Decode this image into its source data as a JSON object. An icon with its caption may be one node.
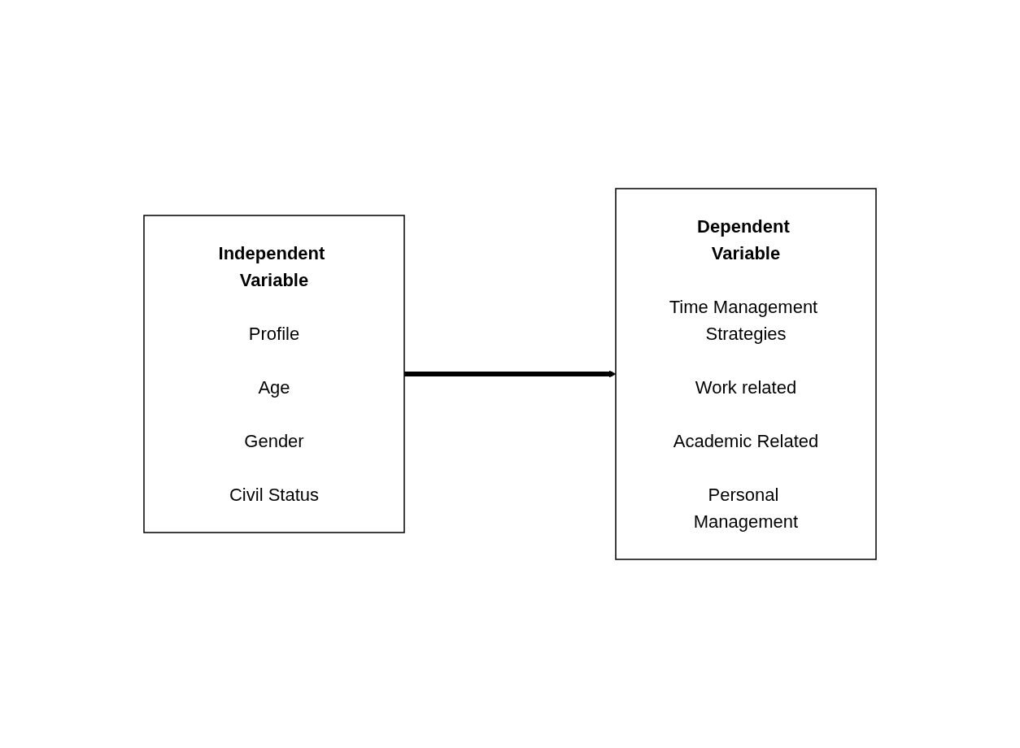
{
  "diagram": {
    "nodes": [
      {
        "text": [
          "Independent Variable",
          "Profile",
          "Age",
          "Gender",
          "Civil Status"
        ]
      },
      {
        "text": [
          "Dependent Variable",
          "Time Management Strategies",
          "Work related",
          "Academic Related",
          "Personal Management"
        ]
      }
    ],
    "edges": [
      {
        "from": 0,
        "to": 1,
        "arrow": "to"
      }
    ]
  }
}
